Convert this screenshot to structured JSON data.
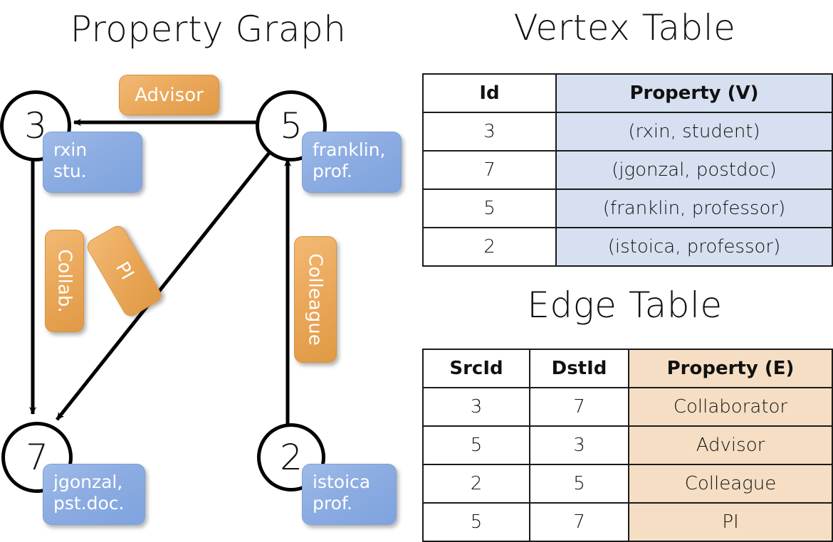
{
  "titles": {
    "property_graph": "Property Graph",
    "vertex_table": "Vertex Table",
    "edge_table": "Edge Table"
  },
  "colors": {
    "vertex_property_fill": "#d6e0f0",
    "edge_property_fill": "#f5dec4",
    "node_box_blue": "#8cace2",
    "edge_label_orange": "#eaa759",
    "stroke": "#111111"
  },
  "graph": {
    "nodes": [
      {
        "id": "3",
        "property_line1": "rxin",
        "property_line2": "stu."
      },
      {
        "id": "5",
        "property_line1": "franklin,",
        "property_line2": "prof."
      },
      {
        "id": "7",
        "property_line1": "jgonzal,",
        "property_line2": "pst.doc."
      },
      {
        "id": "2",
        "property_line1": "istoica",
        "property_line2": "prof."
      }
    ],
    "edge_labels": [
      {
        "label": "Advisor",
        "orientation": "horizontal"
      },
      {
        "label": "Collab.",
        "orientation": "vertical"
      },
      {
        "label": "PI",
        "orientation": "diagonal"
      },
      {
        "label": "Colleague",
        "orientation": "vertical"
      }
    ],
    "edges": [
      {
        "src": "5",
        "dst": "3",
        "label": "Advisor"
      },
      {
        "src": "3",
        "dst": "7",
        "label": "Collab."
      },
      {
        "src": "5",
        "dst": "7",
        "label": "PI"
      },
      {
        "src": "2",
        "dst": "5",
        "label": "Colleague"
      }
    ]
  },
  "vertex_table": {
    "headers": [
      "Id",
      "Property (V)"
    ],
    "rows": [
      [
        "3",
        "(rxin, student)"
      ],
      [
        "7",
        "(jgonzal, postdoc)"
      ],
      [
        "5",
        "(franklin, professor)"
      ],
      [
        "2",
        "(istoica, professor)"
      ]
    ]
  },
  "edge_table": {
    "headers": [
      "SrcId",
      "DstId",
      "Property (E)"
    ],
    "rows": [
      [
        "3",
        "7",
        "Collaborator"
      ],
      [
        "5",
        "3",
        "Advisor"
      ],
      [
        "2",
        "5",
        "Colleague"
      ],
      [
        "5",
        "7",
        "PI"
      ]
    ]
  }
}
